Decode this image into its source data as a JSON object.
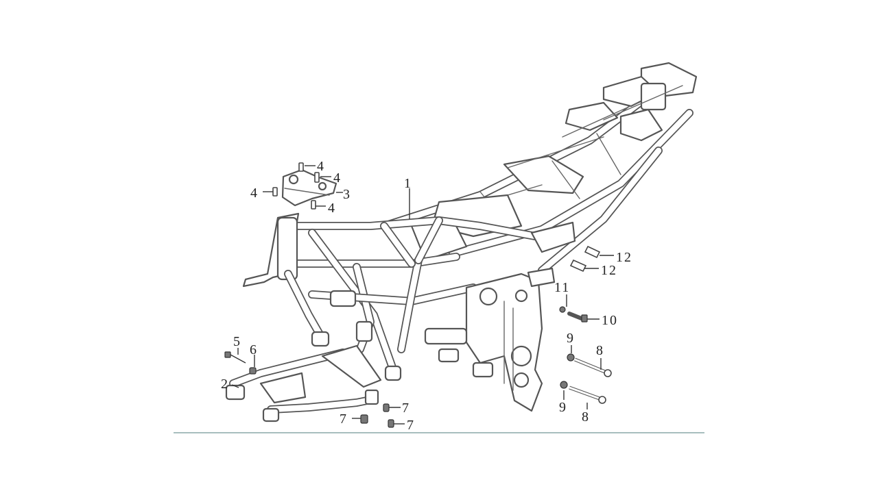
{
  "diagram": {
    "callouts": {
      "c1": "1",
      "c2": "2",
      "c3": "3",
      "c4a": "4",
      "c4b": "4",
      "c4c": "4",
      "c4d": "4",
      "c5": "5",
      "c6": "6",
      "c7a": "7",
      "c7b": "7",
      "c7c": "7",
      "c8a": "8",
      "c8b": "8",
      "c9a": "9",
      "c9b": "9",
      "c10": "10",
      "c11": "11",
      "c12a": "12",
      "c12b": "12"
    }
  }
}
